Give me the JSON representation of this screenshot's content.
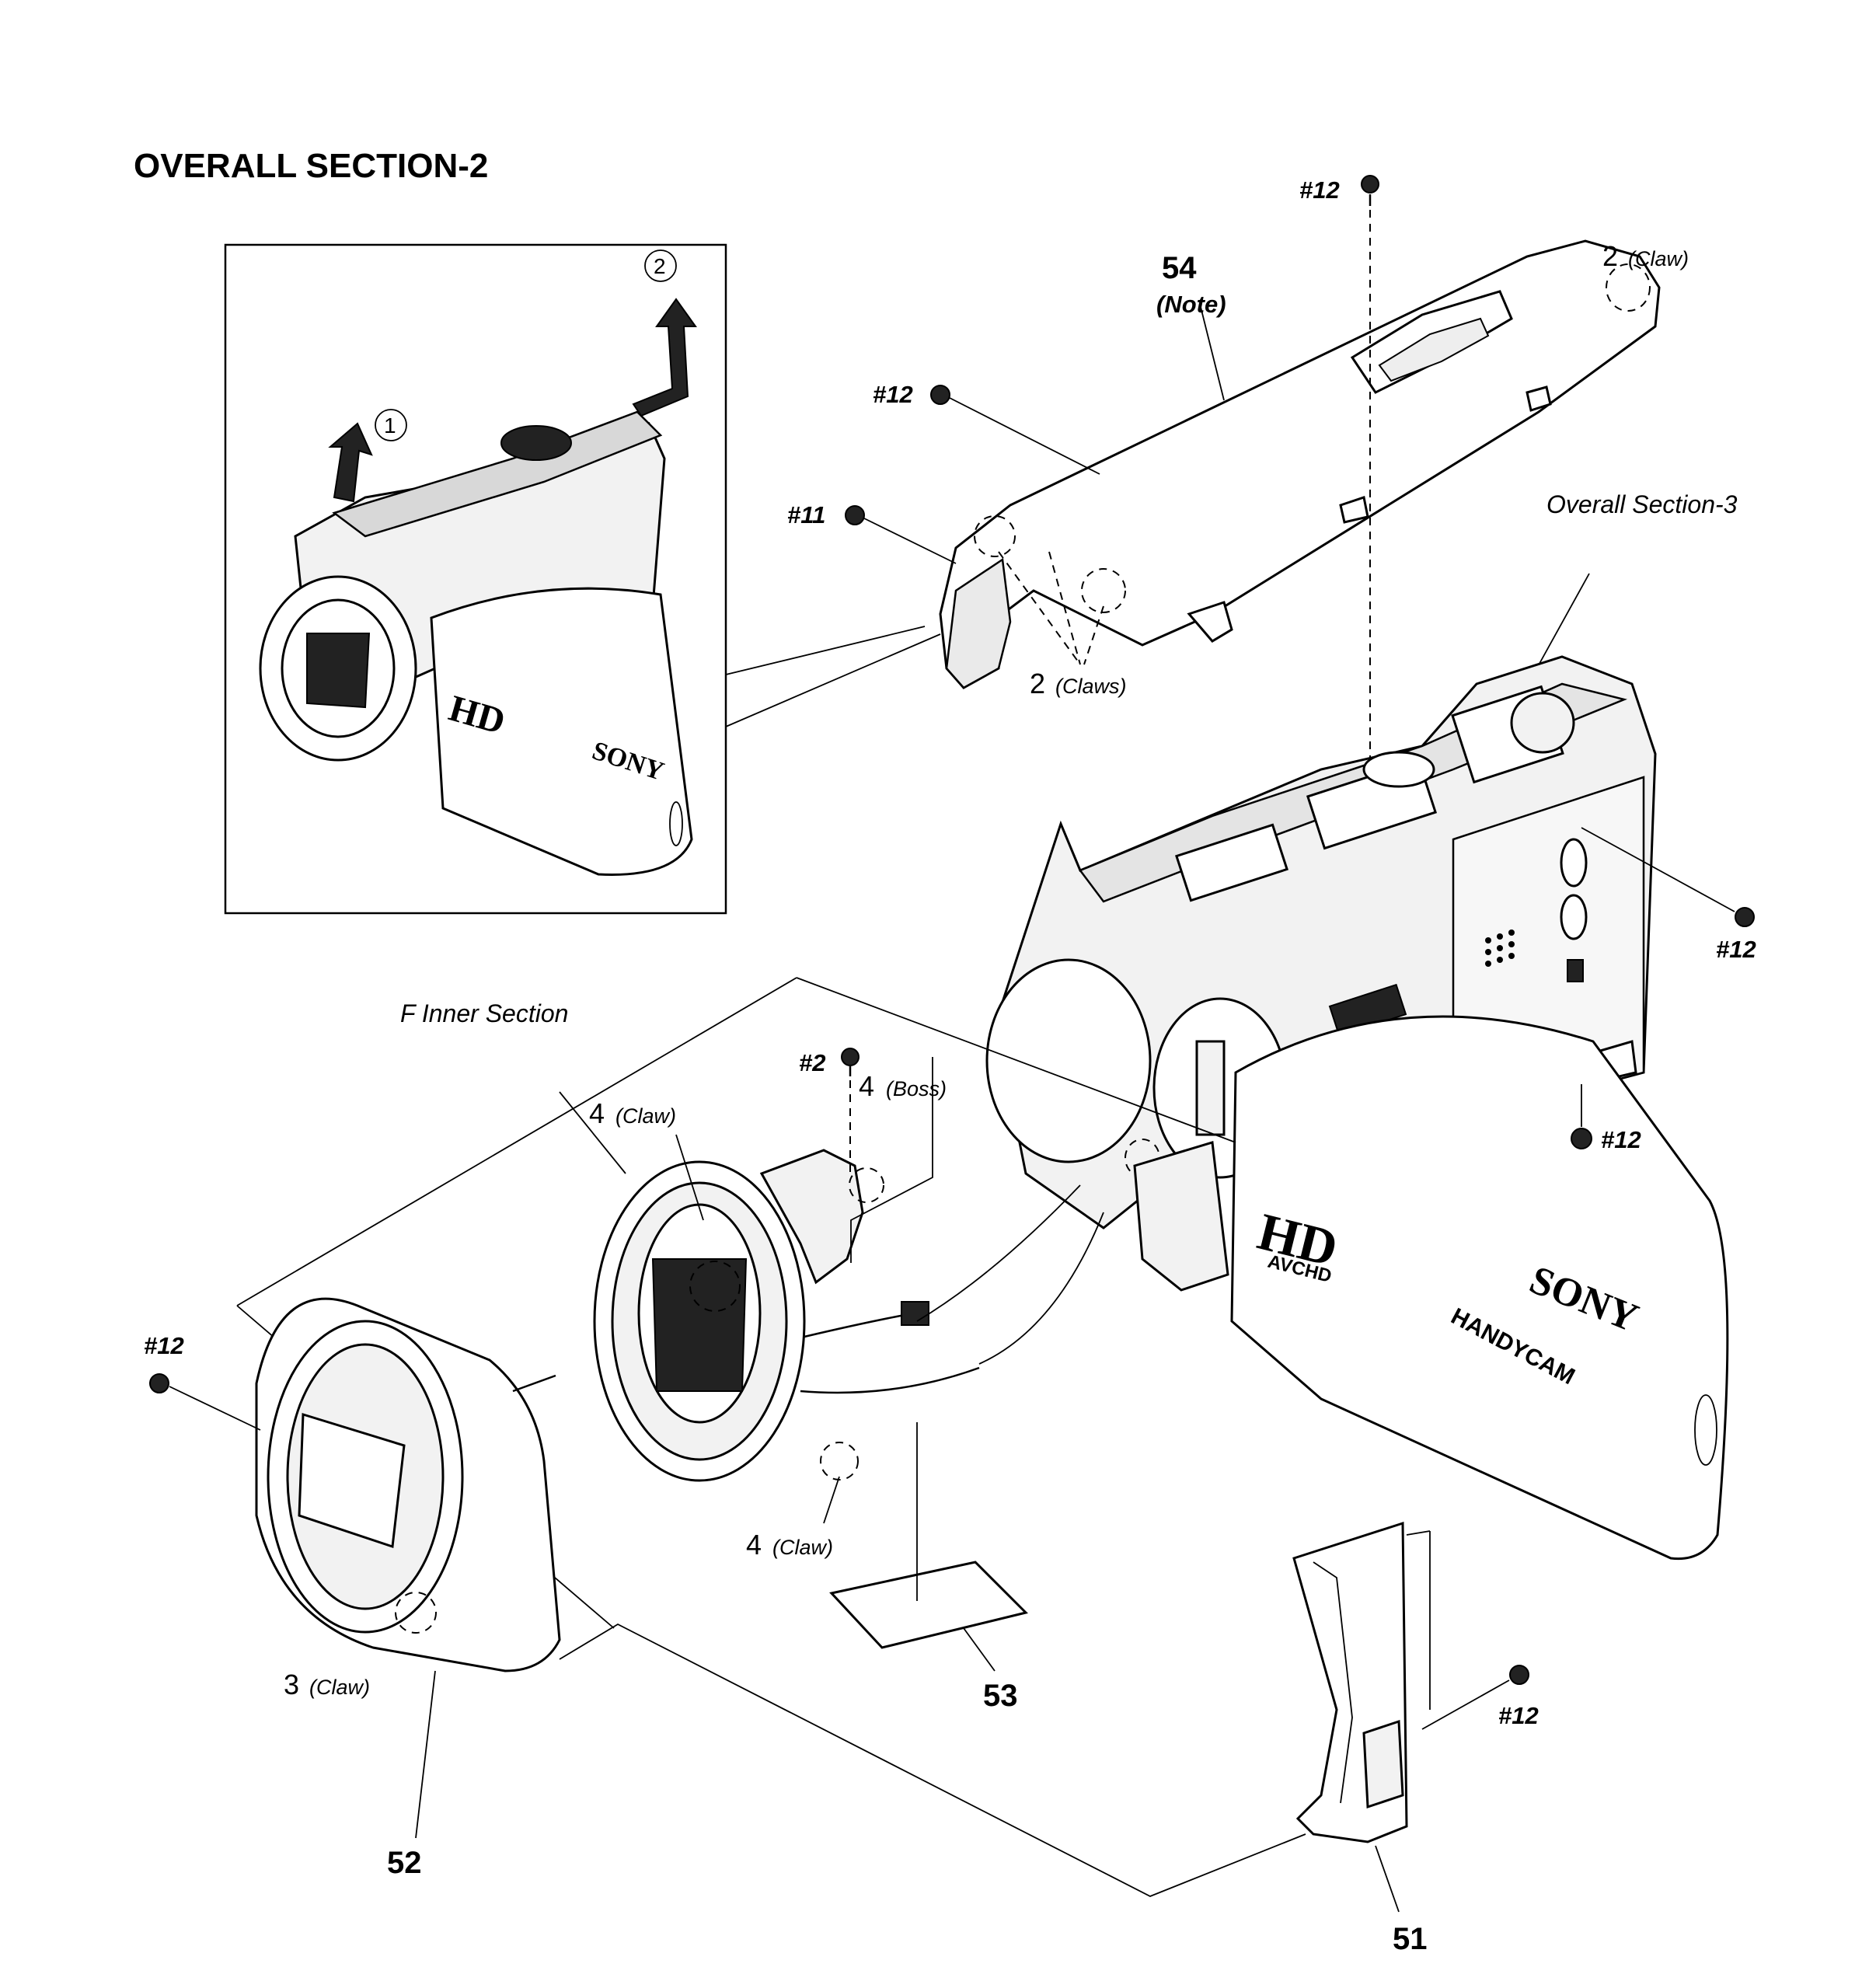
{
  "title": "OVERALL SECTION-2",
  "section_labels": {
    "overall_section_3": "Overall Section-3",
    "f_inner_section": "F Inner Section"
  },
  "parts": {
    "p51": "51",
    "p52": "52",
    "p53": "53",
    "p54": "54",
    "p54_note": "(Note)"
  },
  "screws": {
    "top": "#12",
    "cover_left": "#12",
    "cover_front": "#11",
    "right_mid": "#12",
    "right_low": "#12",
    "lens_boss": "#2",
    "left_ring": "#12",
    "grip": "#12"
  },
  "fasteners": {
    "claw2_top_num": "2",
    "claw2_top_txt": "(Claw)",
    "claws2_num": "2",
    "claws2_txt": "(Claws)",
    "claw4_top_num": "4",
    "claw4_top_txt": "(Claw)",
    "boss4_num": "4",
    "boss4_txt": "(Boss)",
    "claw4_bot_num": "4",
    "claw4_bot_txt": "(Claw)",
    "claw3_num": "3",
    "claw3_txt": "(Claw)"
  },
  "inset": {
    "step1": "1",
    "step2": "2"
  },
  "printed": {
    "sony_inset": "SONY",
    "hd_inset": "HD",
    "sony_main": "SONY",
    "hd_main": "HD",
    "avchd_main": "AVCHD",
    "handycam_main": "HANDYCAM",
    "bt_4": "4"
  }
}
